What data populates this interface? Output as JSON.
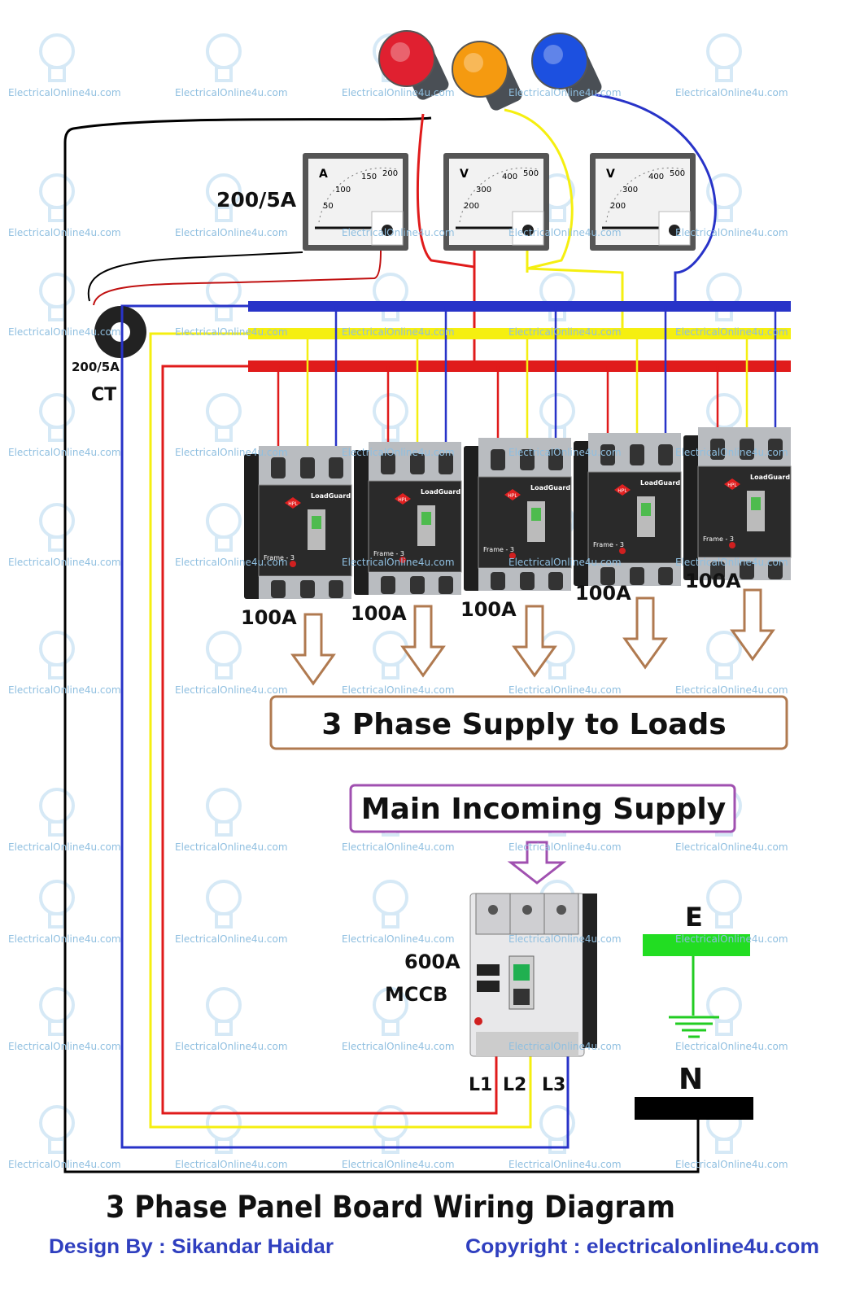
{
  "watermark": "ElectricalOnline4u.com",
  "colors": {
    "phase_red": "#e01b1b",
    "phase_yellow": "#f5ef10",
    "phase_blue": "#2833c8",
    "neutral": "#000000",
    "earth": "#22dd22",
    "arrow_brown": "#b07a50",
    "box_purple": "#a050b0",
    "footer_blue": "#2f3fbf"
  },
  "pilot_lamps": [
    {
      "color": "#e02030"
    },
    {
      "color": "#f59a10"
    },
    {
      "color": "#1c50e0"
    }
  ],
  "meters": [
    {
      "unit": "A",
      "scale": [
        "50",
        "100",
        "150",
        "200"
      ]
    },
    {
      "unit": "V",
      "scale": [
        "200",
        "300",
        "400",
        "500"
      ]
    },
    {
      "unit": "V",
      "scale": [
        "200",
        "300",
        "400",
        "500"
      ]
    }
  ],
  "ammeter_rating": "200/5A",
  "ct": {
    "rating": "200/5A",
    "label": "CT"
  },
  "breakers": [
    {
      "rating": "100A",
      "brand": "HPL",
      "model": "LoadGuard",
      "frame": "Frame - 3"
    },
    {
      "rating": "100A",
      "brand": "HPL",
      "model": "LoadGuard",
      "frame": "Frame - 3"
    },
    {
      "rating": "100A",
      "brand": "HPL",
      "model": "LoadGuard",
      "frame": "Frame - 3"
    },
    {
      "rating": "100A",
      "brand": "HPL",
      "model": "LoadGuard",
      "frame": "Frame - 3"
    },
    {
      "rating": "100A",
      "brand": "HPL",
      "model": "LoadGuard",
      "frame": "Frame - 3"
    }
  ],
  "loads_label": "3 Phase Supply to Loads",
  "incoming_label": "Main Incoming Supply",
  "main_breaker": {
    "rating": "600A",
    "type": "MCCB",
    "terminals": [
      "L1",
      "L2",
      "L3"
    ]
  },
  "earth_label": "E",
  "neutral_label": "N",
  "title": "3 Phase Panel Board Wiring Diagram",
  "footer": {
    "designer": "Design By : Sikandar Haidar",
    "copyright": "Copyright : electricalonline4u.com"
  }
}
